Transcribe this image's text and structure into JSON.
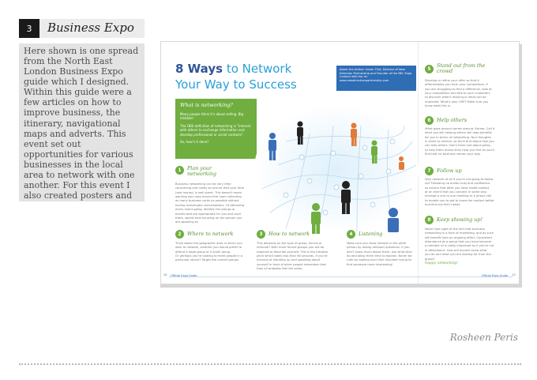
{
  "header": {
    "number": "3",
    "title": "Business Expo"
  },
  "description": "Here shown is one spread from the North East London Business Expo guide which I designed. Within this guide were a few articles on how to improve business, the itinerary, navigational maps and adverts. This event set out opportunities for various businesses in the local area to network with one another. For this event I also created posters and flyers to promote the event as well as banner designs for some of the exhibitors.",
  "brochure": {
    "title_line1_bold": "8 Ways",
    "title_line1_rest": " to Network",
    "title_line2": "Your Way to Success",
    "about_box": [
      "About the Author: Karen Flint, Director of New",
      "Direction Partnership and Founder of the NEL Expo",
      "Contact with her at:",
      "www.newdirectionpartnership.com"
    ],
    "what_is": {
      "heading": "What is networking?",
      "paras": [
        "Many people think it's about selling. Big mistake!",
        "The OED definition of networking is \"interact with others to exchange information and develop professional or social contacts\".",
        "So, how's it done?"
      ]
    },
    "sections": [
      {
        "num": "1",
        "title1": "Plan your",
        "title2": "networking",
        "body": [
          "Business networking can be very time",
          "consuming and costly so ensure that your time",
          "(and money) is well spent. This doesn't mean",
          "working your way around the room collecting",
          "as many business cards as possible without",
          "having meaningful conversations. I'd attending",
          "every event going. Identify the groups or",
          "events that are appropriate for you and once",
          "there, spend time focusing on the person you",
          "are speaking to."
        ]
      },
      {
        "num": "2",
        "title1": "Where to network",
        "title2": "",
        "body": [
          "Think about the geographic area in which you",
          "wish to network, whether you would prefer to",
          "attend a large group or a small group.",
          "Or perhaps you're looking to meet people in a",
          "particular sector? Target the correct groups."
        ]
      },
      {
        "num": "3",
        "title1": "How to network",
        "title2": "",
        "body": [
          "This depends on the type of group, formal or",
          "informal? With more formal groups you will be",
          "required to describe yourself. This is the elevator",
          "pitch which takes less than 60 seconds. If you're",
          "nervous of standing up and speaking about",
          "yourself in front of other people remember that",
          "they all probably feel the same."
        ]
      },
      {
        "num": "4",
        "title1": "Listening",
        "title2": "",
        "body": [
          "Make sure you show interest in the other",
          "person by asking relevant questions. If you",
          "don't know much about them, ask what they",
          "do and allow them time to explain. Never be",
          "rude by looking over their shoulder trying to",
          "find someone more interesting!"
        ]
      },
      {
        "num": "5",
        "title1": "Stand out from the",
        "title2": "crowd",
        "body": [
          "Develop or refine your offer so that it",
          "differentiates you from your competitors. If",
          "you are struggling to find a difference, look at",
          "your competitors and talk to your customers",
          "to discover what's missing or what can be",
          "improved. What's your USP? Make sure you",
          "know what this is."
        ]
      },
      {
        "num": "6",
        "title1": "Help others",
        "title2": "",
        "body": [
          "What goes around comes around, Karma. Call it",
          "what you will helping others will reap benefits",
          "for you in terms of networking. Your thoughts",
          "in order to receive, so think first about how you",
          "can help others. Don't think just about going",
          "to help them unless they help you first as you'll",
          "find that no business comes your way."
        ]
      },
      {
        "num": "7",
        "title1": "Follow up",
        "title2": "",
        "body": [
          "Why network at all if you're not going to follow",
          "up? Following up builds trust and confidence",
          "so ensure that after you have made contact",
          "at an event that you connect in some way.",
          "Arrange a one to one meeting or a phone call",
          "to enable you to get to know the contact better",
          "and find out their needs."
        ]
      },
      {
        "num": "8",
        "title1": "Keep showing up!",
        "title2": "",
        "body": [
          "Never lose sight of the fact that business",
          "networking is a form of marketing, and as such",
          "will benefit from an ongoing effort. Consistent",
          "attendance at a group that you have become",
          "a member of is really important as if you're not",
          "in attendance, how will anyone know what",
          "you do and what you are looking for from the",
          "group?"
        ],
        "extra": "Happy networking!"
      }
    ],
    "footer_left_num": "10",
    "footer_left": "Official Expo Guide",
    "footer_right": "Official Expo Guide",
    "footer_right_num": "11"
  },
  "signature": "Rosheen Peris",
  "colors": {
    "blue": "#2f5496",
    "light_blue": "#29a0d8",
    "green": "#6fae3f",
    "panel": "#e3e3e3"
  }
}
